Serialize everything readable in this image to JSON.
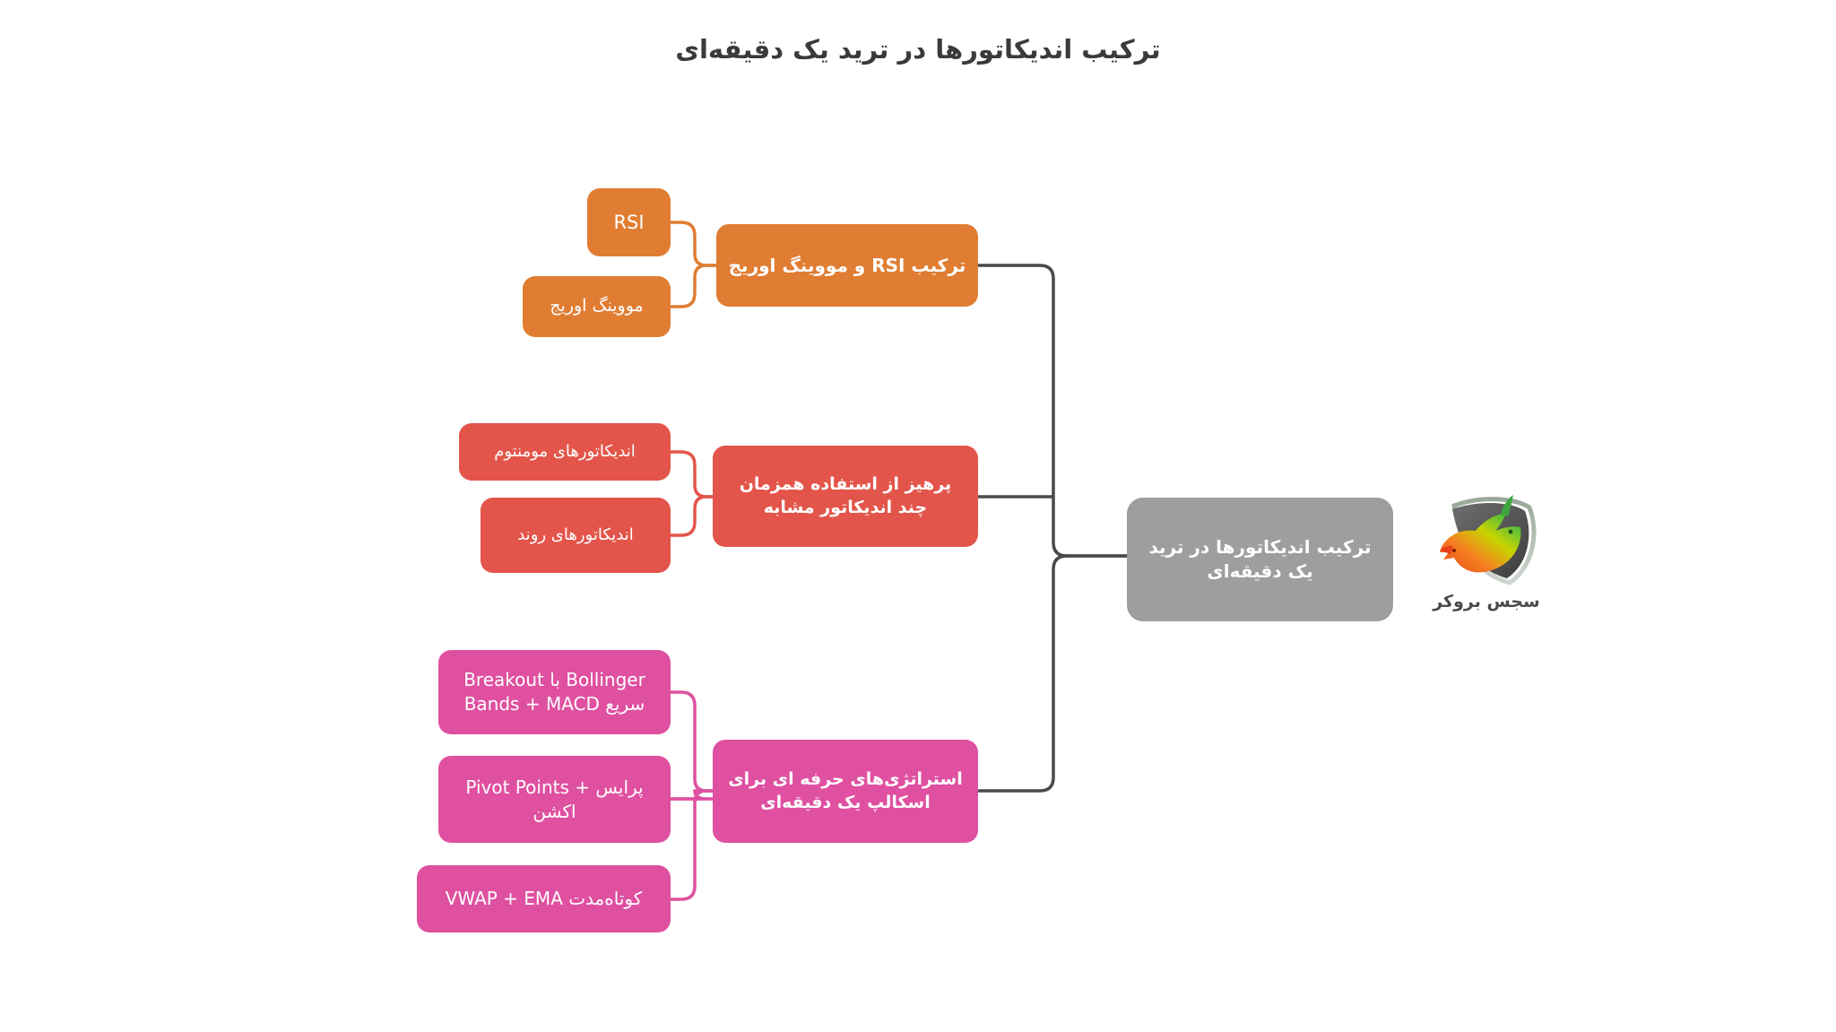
{
  "page": {
    "title": "ترکیب اندیکاتورها در ترید یک دقیقه‌ای",
    "background_color": "#ffffff"
  },
  "colors": {
    "orange": "#E07D32",
    "red": "#E3554A",
    "pink": "#DF50A0",
    "root_gray": "#9E9E9E",
    "connector_dark": "#4a4a4a",
    "title_text": "#3a3a3a"
  },
  "mindmap": {
    "root": {
      "label": "ترکیب اندیکاتورها در ترید یک دقیقه‌ای",
      "color": "#9E9E9E"
    },
    "branches": [
      {
        "id": "branch-rsi-ma",
        "color": "#E07D32",
        "label": "ترکیب RSI و مووینگ اوریج",
        "children": [
          {
            "label": "RSI"
          },
          {
            "label": "مووینگ اوریج"
          }
        ]
      },
      {
        "id": "branch-avoid-similar",
        "color": "#E3554A",
        "label": "پرهیز از استفاده همزمان چند اندیکاتور مشابه",
        "children": [
          {
            "label": "اندیکاتورهای مومنتوم"
          },
          {
            "label": "اندیکاتورهای روند"
          }
        ]
      },
      {
        "id": "branch-pro-strategies",
        "color": "#DF50A0",
        "label": "استراتژی‌های حرفه ای برای اسکالپ یک دقیقه‌ای",
        "children": [
          {
            "label": "Breakout با Bollinger Bands + MACD سریع"
          },
          {
            "label": "Pivot Points + پرایس اکشن"
          },
          {
            "label": "VWAP + EMA کوتاه‌مدت"
          }
        ]
      }
    ]
  },
  "logo": {
    "wordmark": "سجس بروکر",
    "mark_name": "bull-bear-shield-emblem"
  }
}
